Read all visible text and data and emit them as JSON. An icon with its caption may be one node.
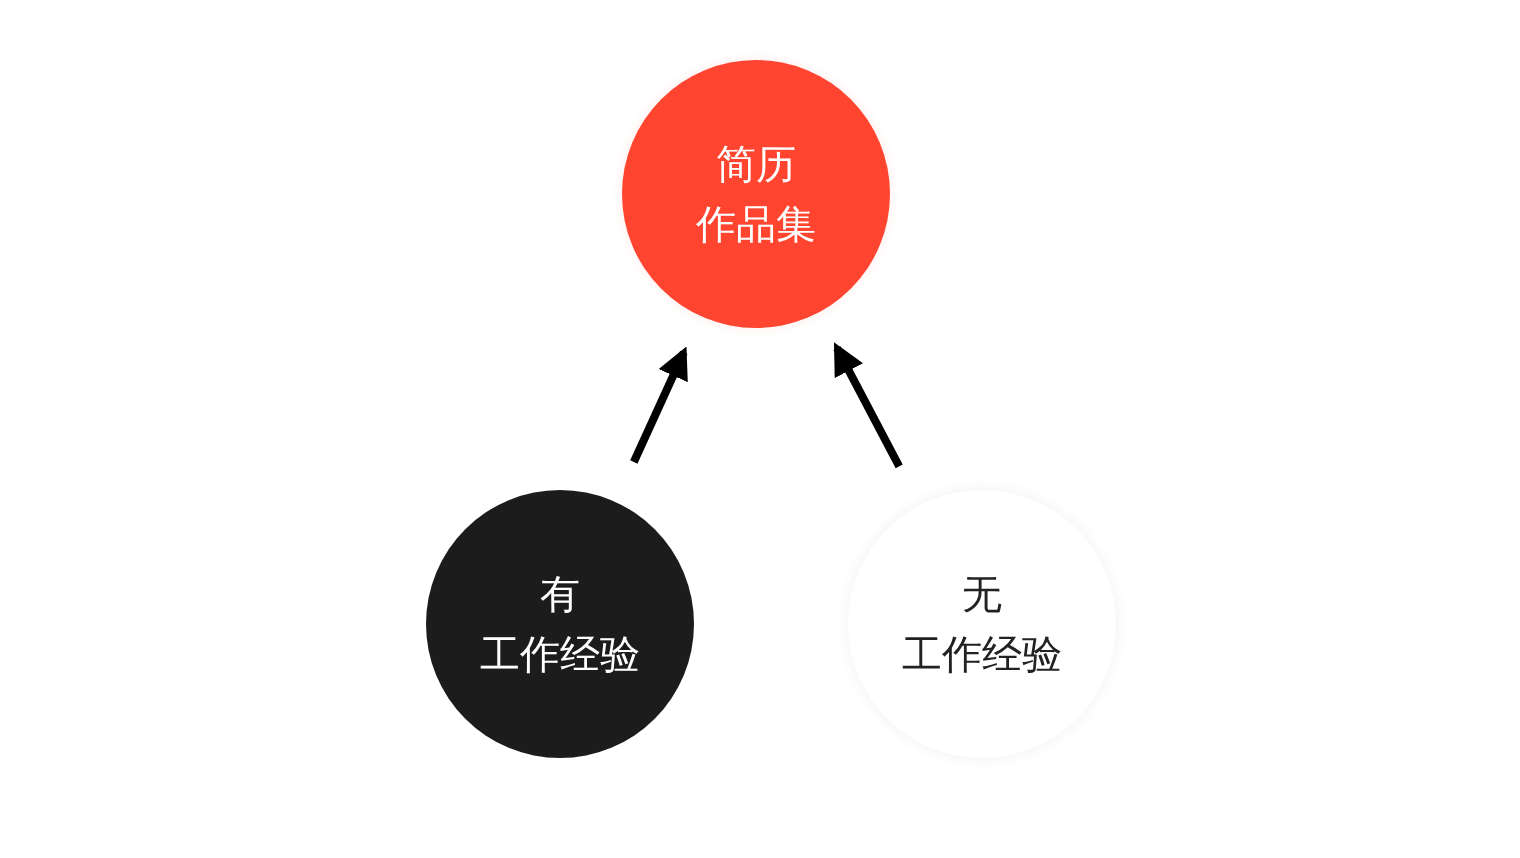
{
  "diagram": {
    "nodes": [
      {
        "text": [
          "简历作品集"
        ]
      },
      {
        "text": [
          "有工作经验"
        ]
      },
      {
        "text": [
          "无工作经验"
        ]
      }
    ],
    "edges": [
      {
        "from": 1,
        "to": 0,
        "arrow": "to"
      },
      {
        "from": 2,
        "to": 0,
        "arrow": "to"
      }
    ]
  }
}
